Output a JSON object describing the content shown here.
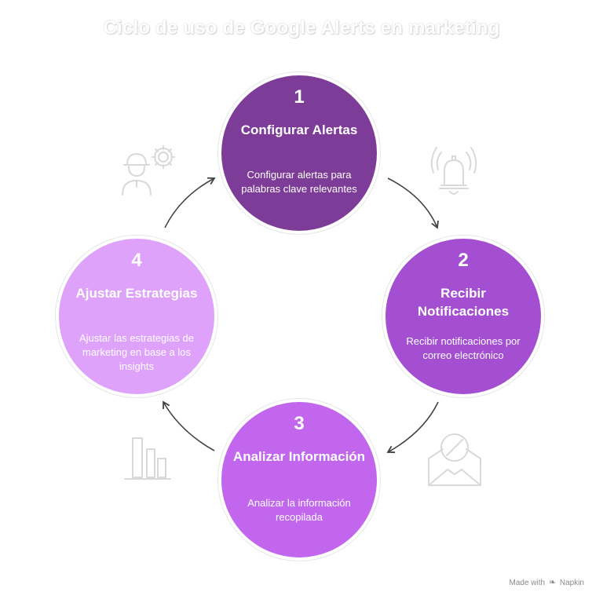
{
  "title": "Ciclo de uso de Google Alerts en marketing",
  "colors": {
    "step1": "#7d3c98",
    "step2": "#a44fd1",
    "step3": "#c266ee",
    "step4": "#dfa2fa",
    "arrow": "#444444",
    "icon": "#d9d9d9"
  },
  "steps": [
    {
      "number": "1",
      "heading": "Configurar Alertas",
      "description": "Configurar alertas para palabras clave relevantes",
      "icon": "bell-ringing-icon"
    },
    {
      "number": "2",
      "heading": "Recibir Notificaciones",
      "description": "Recibir notificaciones por correo electrónico",
      "icon": "envelope-icon"
    },
    {
      "number": "3",
      "heading": "Analizar Información",
      "description": "Analizar la información recopilada",
      "icon": "bar-chart-icon"
    },
    {
      "number": "4",
      "heading": "Ajustar Estrategias",
      "description": "Ajustar las estrategias de marketing en base a los insights",
      "icon": "worker-gear-icon"
    }
  ],
  "credit": {
    "prefix": "Made with",
    "brand": "Napkin",
    "icon": "napkin-logo-icon"
  }
}
